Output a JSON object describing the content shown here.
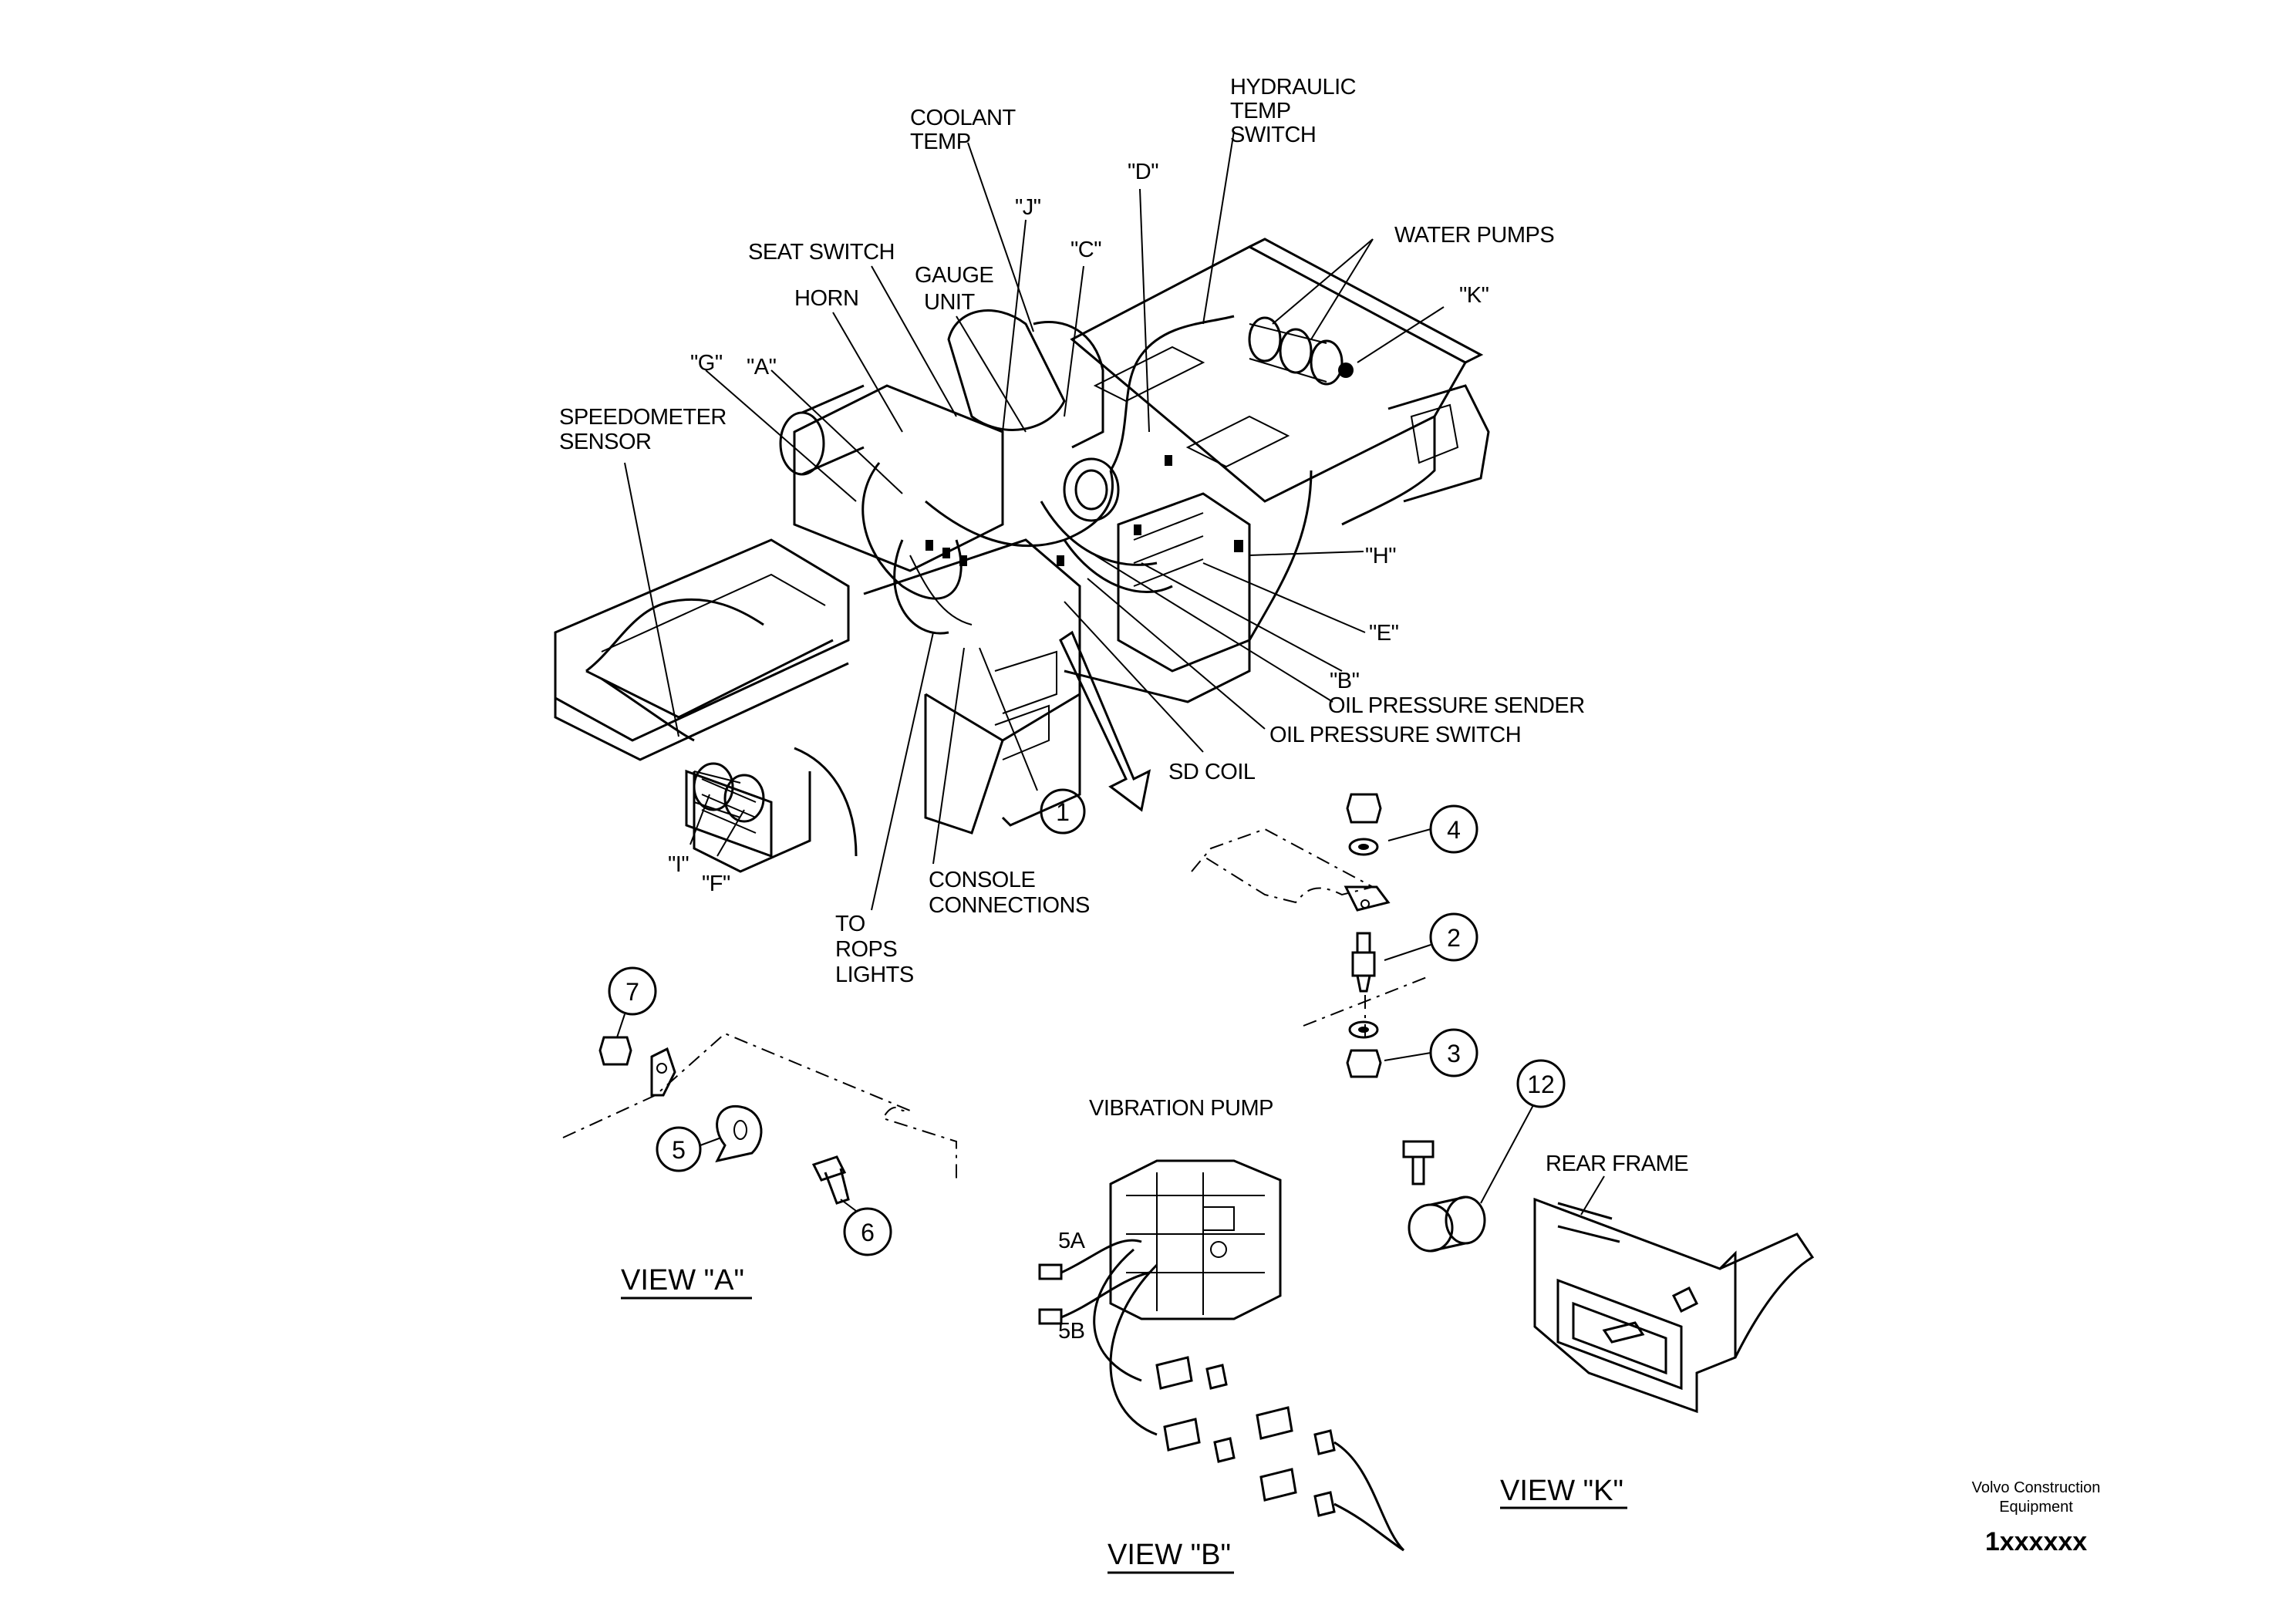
{
  "labels": {
    "hydraulic_temp_switch_1": "HYDRAULIC",
    "hydraulic_temp_switch_2": "TEMP",
    "hydraulic_temp_switch_3": "SWITCH",
    "coolant_temp_1": "COOLANT",
    "coolant_temp_2": "TEMP",
    "d": "\"D\"",
    "j": "\"J\"",
    "c": "\"C\"",
    "water_pumps": "WATER PUMPS",
    "k": "\"K\"",
    "seat_switch": "SEAT SWITCH",
    "gauge_unit_1": "GAUGE",
    "gauge_unit_2": "UNIT",
    "horn": "HORN",
    "g": "\"G\"",
    "a": "\"A\"",
    "speedometer_sensor_1": "SPEEDOMETER",
    "speedometer_sensor_2": "SENSOR",
    "h": "\"H\"",
    "e": "\"E\"",
    "b": "\"B\"",
    "oil_pressure_sender": "OIL PRESSURE SENDER",
    "oil_pressure_switch": "OIL PRESSURE SWITCH",
    "sd_coil": "SD COIL",
    "i": "\"I\"",
    "f": "\"F\"",
    "console_connections_1": "CONSOLE",
    "console_connections_2": "CONNECTIONS",
    "to_rops_lights_1": "TO",
    "to_rops_lights_2": "ROPS",
    "to_rops_lights_3": "LIGHTS",
    "vibration_pump": "VIBRATION PUMP",
    "rear_frame": "REAR FRAME",
    "five_a": "5A",
    "five_b": "5B"
  },
  "callouts": {
    "c1": "1",
    "c2": "2",
    "c3": "3",
    "c4": "4",
    "c5": "5",
    "c6": "6",
    "c7": "7",
    "c12": "12"
  },
  "views": {
    "view_a": "VIEW \"A\"",
    "view_b": "VIEW \"B\"",
    "view_k": "VIEW \"K\""
  },
  "footer": {
    "brand_1": "Volvo Construction",
    "brand_2": "Equipment",
    "code": "1xxxxxx"
  }
}
